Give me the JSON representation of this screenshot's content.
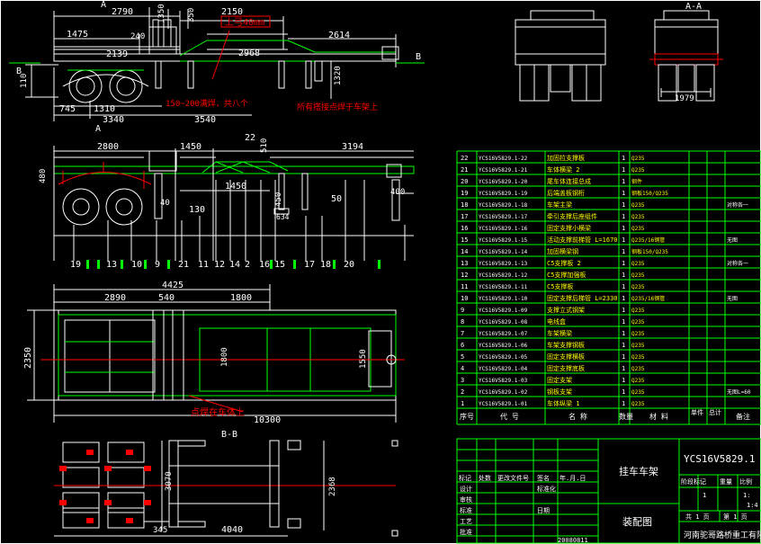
{
  "colors": {
    "background": "#000000",
    "line": "#ffffff",
    "dim": "#ffffff",
    "part": "#00ff00",
    "accent": "#ff0000",
    "table": "#00ff00",
    "text": "#ffff00",
    "cyan": "#00ffff"
  },
  "views": {
    "side_top": {
      "label_a": "A",
      "dims": {
        "d2790": "2790",
        "d1475": "1475",
        "d240": "240",
        "d2139": "2139",
        "d2150": "2150",
        "d2968": "2968",
        "d2614": "2614",
        "d745": "745",
        "d1310": "1310",
        "d3340": "3340",
        "d3540": "3540",
        "d1350": "1350",
        "d110": "110",
        "d350": "350",
        "d1320": "1320"
      },
      "label_b_left": "B",
      "label_b_right": "B",
      "note_up40": "上弓40mm",
      "note_weld_left": "150~200满焊，共八个",
      "note_weld_right": "所有搭接点焊于车架上"
    },
    "side_mid": {
      "label_a": "A",
      "dims": {
        "d2800": "2800",
        "d1450": "1450",
        "d22": "22",
        "d510": "510",
        "d3194": "3194",
        "d480": "480",
        "d1450b": "1450",
        "d50": "50",
        "d40": "40",
        "d130": "130",
        "d450": "450",
        "d400": "400",
        "d634": "634"
      },
      "balloons": [
        "19",
        "13",
        "10",
        "9",
        "21",
        "11",
        "12",
        "14",
        "2",
        "16",
        "15",
        "17",
        "18",
        "20"
      ]
    },
    "plan": {
      "dims": {
        "d4425": "4425",
        "d2890": "2890",
        "d540": "540",
        "d1800": "1800",
        "d2350": "2350",
        "d1800v": "1800",
        "d1550": "1550",
        "d10300": "10300"
      },
      "note_weld": "点焊在车体上"
    },
    "bb": {
      "label": "B-B",
      "dims": {
        "d3070": "3070",
        "d2368": "2368",
        "d345": "345",
        "d4040": "4040"
      }
    },
    "aa": {
      "label": "A-A",
      "dims": {
        "d1979": "1979"
      }
    }
  },
  "bom": {
    "rows": [
      {
        "no": "22",
        "code": "YCS16V5829.1-22",
        "name": "加固拉支撑板",
        "qty": "1",
        "material": "Q235",
        "note": ""
      },
      {
        "no": "21",
        "code": "YCS16V5829.1-21",
        "name": "车体横梁 2",
        "qty": "1",
        "material": "Q235",
        "note": ""
      },
      {
        "no": "20",
        "code": "YCS16V5829.1-20",
        "name": "尾车体连接总成",
        "qty": "1",
        "material": "钢件",
        "note": ""
      },
      {
        "no": "19",
        "code": "YCS16V5829.1-19",
        "name": "后端盖板钢桁",
        "qty": "1",
        "material": "钢板150/Q235",
        "note": ""
      },
      {
        "no": "18",
        "code": "YCS16V5829.1-18",
        "name": "车架主梁",
        "qty": "1",
        "material": "Q235",
        "note": "对称各一"
      },
      {
        "no": "17",
        "code": "YCS16V5829.1-17",
        "name": "牵引支撑后座组件",
        "qty": "1",
        "material": "Q235",
        "note": ""
      },
      {
        "no": "16",
        "code": "YCS16V5829.1-16",
        "name": "固定支撑小横梁",
        "qty": "1",
        "material": "Q235",
        "note": ""
      },
      {
        "no": "15",
        "code": "YCS16V5829.1-15",
        "name": "活动支撑前梯管 L=1670",
        "qty": "1",
        "material": "Q235/16钢管",
        "note": "无图"
      },
      {
        "no": "14",
        "code": "YCS16V5829.1-14",
        "name": "加固横梁钢",
        "qty": "1",
        "material": "钢板150/Q235",
        "note": ""
      },
      {
        "no": "13",
        "code": "YCS16V5829.1-13",
        "name": "C5支撑板 2",
        "qty": "1",
        "material": "Q235",
        "note": "对称各一"
      },
      {
        "no": "12",
        "code": "YCS16V5829.1-12",
        "name": "C5支撑加强板",
        "qty": "1",
        "material": "Q235",
        "note": ""
      },
      {
        "no": "11",
        "code": "YCS16V5829.1-11",
        "name": "C5支撑板",
        "qty": "1",
        "material": "Q235",
        "note": ""
      },
      {
        "no": "10",
        "code": "YCS16V5829.1-10",
        "name": "固定支撑后梯管 L=2330",
        "qty": "1",
        "material": "Q235/16钢管",
        "note": "无图"
      },
      {
        "no": "9",
        "code": "YCS16V5829.1-09",
        "name": "支撑立式钢架",
        "qty": "1",
        "material": "Q235",
        "note": ""
      },
      {
        "no": "8",
        "code": "YCS16V5829.1-08",
        "name": "电线盒",
        "qty": "1",
        "material": "Q235",
        "note": ""
      },
      {
        "no": "7",
        "code": "YCS16V5829.1-07",
        "name": "车架横梁",
        "qty": "1",
        "material": "Q235",
        "note": ""
      },
      {
        "no": "6",
        "code": "YCS16V5829.1-06",
        "name": "车架支撑钢板",
        "qty": "1",
        "material": "Q235",
        "note": ""
      },
      {
        "no": "5",
        "code": "YCS16V5829.1-05",
        "name": "固定支撑横板",
        "qty": "1",
        "material": "Q235",
        "note": ""
      },
      {
        "no": "4",
        "code": "YCS16V5829.1-04",
        "name": "固定支撑底板",
        "qty": "1",
        "material": "Q235",
        "note": ""
      },
      {
        "no": "3",
        "code": "YCS16V5829.1-03",
        "name": "固定支架",
        "qty": "1",
        "material": "Q235",
        "note": ""
      },
      {
        "no": "2",
        "code": "YCS16V5829.1-02",
        "name": "钢板支架",
        "qty": "1",
        "material": "Q235",
        "note": "无图L=60"
      },
      {
        "no": "1",
        "code": "YCS16V5829.1-01",
        "name": "车体纵梁 1",
        "qty": "1",
        "material": "Q235",
        "note": ""
      }
    ],
    "header": {
      "no": "序号",
      "code": "代 号",
      "name": "名 称",
      "qty": "数量",
      "material": "材 料",
      "unit_weight": "单件",
      "total_weight": "总计",
      "note": "备注"
    }
  },
  "title_block": {
    "drawing_code": "YCS16V5829.1",
    "title": "挂车车架",
    "subtitle": "装配图",
    "company": "河南驼哥路桥重工有限公司",
    "stage_label": "阶段标记",
    "weight_label": "重量",
    "scale_label": "比例",
    "scale_value": "1:",
    "sheet_total": "共 1 页",
    "sheet_no": "第 1 页",
    "rev_cols": [
      "标记",
      "处数",
      "更改文件号",
      "签名",
      "年.月.日"
    ],
    "roles": [
      "设计",
      "审核",
      "标准",
      "工艺",
      "批准"
    ],
    "role_extra": [
      "标准化",
      "日期"
    ],
    "date": "20080811",
    "extra_1": "1",
    "extra_2": "1:4"
  }
}
